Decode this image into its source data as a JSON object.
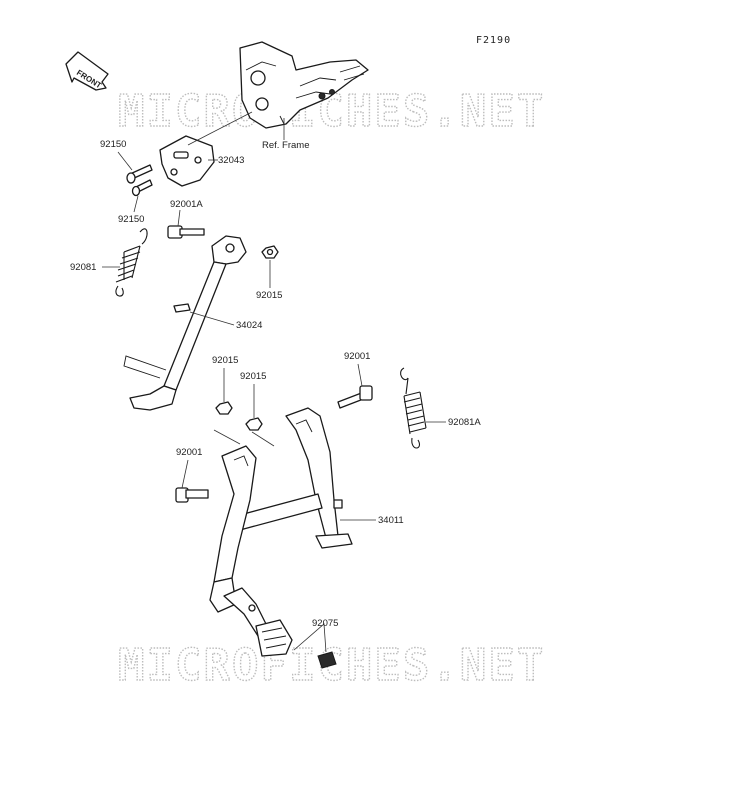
{
  "diagram": {
    "code": "F2190",
    "front_label": "FRONT",
    "watermark": "MICROFICHES.NET",
    "ref_frame_label": "Ref. Frame",
    "parts": [
      {
        "id": "92150a",
        "number": "92150"
      },
      {
        "id": "32043",
        "number": "32043"
      },
      {
        "id": "92150b",
        "number": "92150"
      },
      {
        "id": "92001A",
        "number": "92001A"
      },
      {
        "id": "92081",
        "number": "92081"
      },
      {
        "id": "92015a",
        "number": "92015"
      },
      {
        "id": "34024",
        "number": "34024"
      },
      {
        "id": "92015b",
        "number": "92015"
      },
      {
        "id": "92015c",
        "number": "92015"
      },
      {
        "id": "92001a",
        "number": "92001"
      },
      {
        "id": "92081A",
        "number": "92081A"
      },
      {
        "id": "92001b",
        "number": "92001"
      },
      {
        "id": "34011",
        "number": "34011"
      },
      {
        "id": "92075",
        "number": "92075"
      }
    ]
  }
}
